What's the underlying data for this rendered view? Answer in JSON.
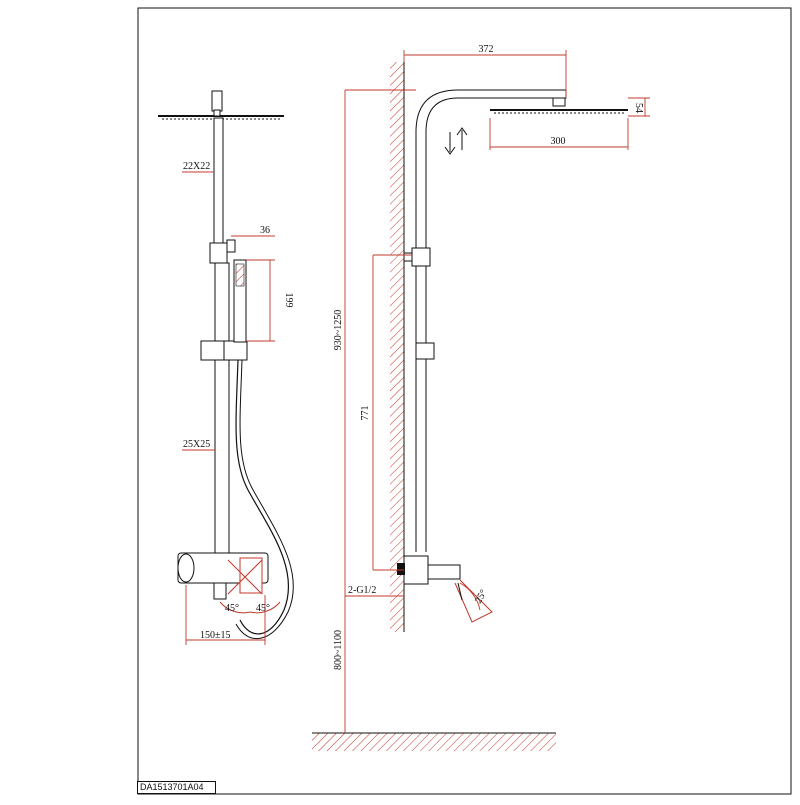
{
  "drawing": {
    "code": "DA1513701A04",
    "colors": {
      "outline": "#111111",
      "dimension": "#c0392b",
      "hatch": "#c0392b"
    },
    "front_view": {
      "upper_tube_size": "22X22",
      "lower_tube_size": "25X25",
      "holder_offset": "36",
      "hand_shower_length": "199",
      "handle_angle_left": "45°",
      "handle_angle_right": "45°",
      "inlet_spacing": "150±15"
    },
    "side_view": {
      "head_reach": "372",
      "head_thickness": "54",
      "head_width": "300",
      "total_height_range": "930~1250",
      "slide_height": "771",
      "inlet_thread": "2-G1/2",
      "spout_angle": "25°",
      "mount_height_range": "800~1100",
      "adjust_arrows_icon": "up-down-arrows-icon"
    }
  }
}
